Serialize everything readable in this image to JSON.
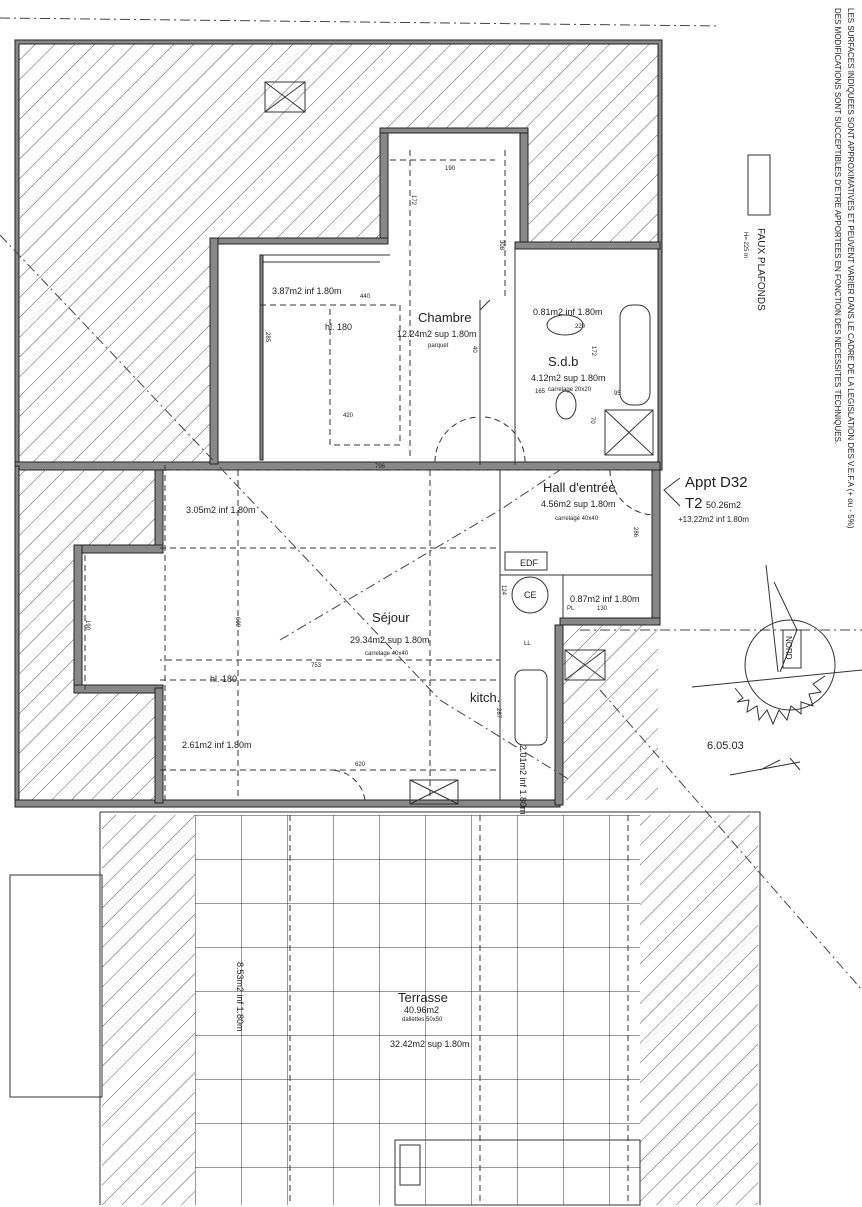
{
  "notice": {
    "line1": "LES SURFACES INDIQUEES SONT APPROXIMATIVES ET PEUVENT VARIER DANS LE CADRE DE LA LEGISLATION DES V.E.F.A (+ ou - 5%)",
    "line2": "DES MODIFICATIONS SONT SUCCEPTIBLES D'ETRE APPORTEES EN FONCTION DES NECESSITES TECHNIQUES."
  },
  "legend": {
    "title": "FAUX PLAFONDS",
    "height": "H= 225 m"
  },
  "apartment": {
    "name": "Appt D32",
    "type": "T2",
    "area": "50.26m2",
    "extra": "+13.22m2 inf 1.80m"
  },
  "rooms": {
    "chambre": {
      "name": "Chambre",
      "area": "12.24m2 sup 1.80m",
      "floor": "parquet",
      "sub_area": "3.87m2 inf 1.80m",
      "hl": "hl. 180"
    },
    "sdb": {
      "name": "S.d.b",
      "area": "4.12m2 sup 1.80m",
      "floor": "carrelage 20x20",
      "sub_area": "0.81m2 inf 1.80m"
    },
    "hall": {
      "name": "Hall d'entrée",
      "area": "4.56m2 sup 1.80m",
      "floor": "carrelage 40x40"
    },
    "sejour": {
      "name": "Séjour",
      "area": "29.34m2 sup 1.80m",
      "floor": "carrelage 40x40",
      "sub_area_top": "3.05m2 inf 1.80m",
      "sub_area_bottom": "2.61m2 inf 1.80m",
      "hl": "hl. 180"
    },
    "kitchen": {
      "name": "kitch.",
      "sub_area": "2.01m2 inf 1.80m"
    },
    "placard": {
      "area": "0.87m2 inf 1.80m",
      "pl": "PL"
    },
    "terrasse": {
      "name": "Terrasse",
      "area": "40.96m2",
      "floor": "dallettes 50x50",
      "sup": "32.42m2 sup 1.80m",
      "inf": "8.53m2 inf 1.80m"
    }
  },
  "fixtures": {
    "edf": "EDF",
    "ce": "CE",
    "ll": "LL"
  },
  "dimensions": [
    "190",
    "172",
    "308",
    "440",
    "285",
    "420",
    "40",
    "220",
    "172",
    "165",
    "95",
    "70",
    "796",
    "286",
    "130",
    "124",
    "609",
    "753",
    "190",
    "620",
    "287"
  ],
  "compass": {
    "label": "NORD"
  },
  "date": "6.05.03"
}
